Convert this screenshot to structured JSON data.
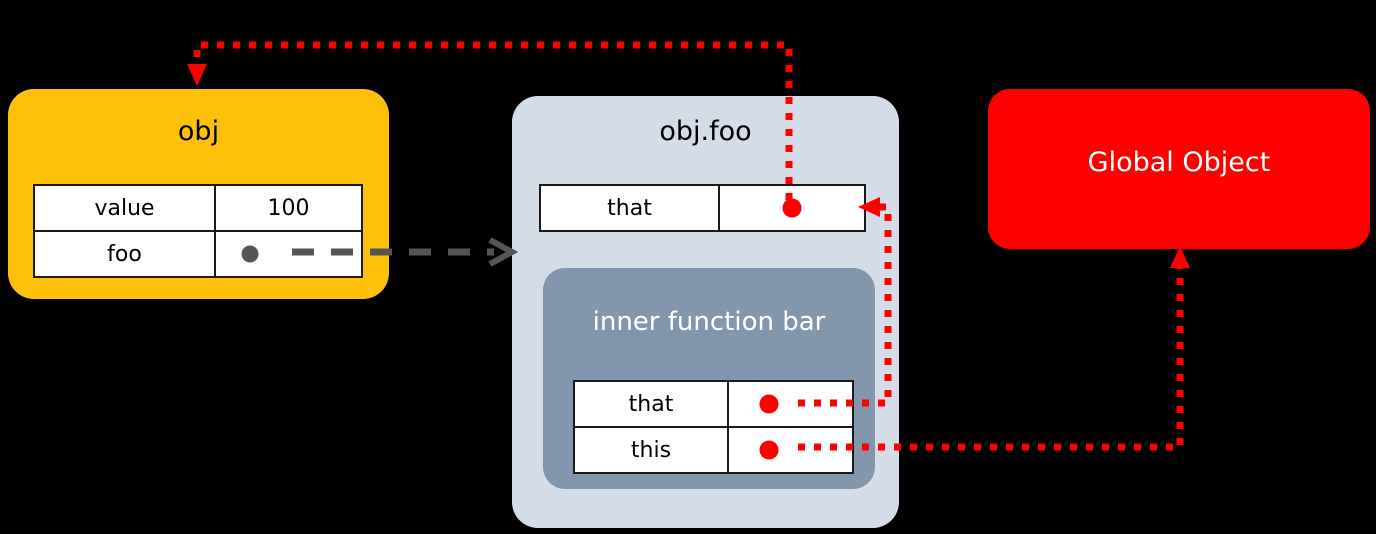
{
  "diagram": {
    "title": "JavaScript this binding diagram",
    "background": "#000000",
    "colors": {
      "obj_box": "#FFC107",
      "objfoo_box": "#D4DCE8",
      "inner_box": "#8296AE",
      "global_box": "#FF0000",
      "red_wire": "#FF0000",
      "gray_wire": "#555555",
      "cell_border": "#1a1a1a",
      "cell_bg": "#FFFFFF"
    }
  },
  "obj_box": {
    "title": "obj",
    "rows": [
      {
        "key": "value",
        "value": "100",
        "value_kind": "text"
      },
      {
        "key": "foo",
        "value": "",
        "value_kind": "gray-dot-reference"
      }
    ]
  },
  "objfoo_box": {
    "title": "obj.foo",
    "rows": [
      {
        "key": "that",
        "value": "",
        "value_kind": "red-dot-reference"
      }
    ]
  },
  "inner_box": {
    "title": "inner function bar",
    "rows": [
      {
        "key": "that",
        "value": "",
        "value_kind": "red-dot-reference"
      },
      {
        "key": "this",
        "value": "",
        "value_kind": "red-dot-reference"
      }
    ]
  },
  "global_box": {
    "title": "Global Object"
  },
  "connections": [
    {
      "name": "objfoo-that-to-obj",
      "from": "obj.foo that value",
      "to": "obj box",
      "style": "red-dotted",
      "arrowhead": "down"
    },
    {
      "name": "obj-foo-to-objfoo",
      "from": "obj foo value",
      "to": "obj.foo box",
      "style": "gray-dashed",
      "arrowhead": "right"
    },
    {
      "name": "inner-that-to-objfoo-that",
      "from": "inner function bar that value",
      "to": "obj.foo that row",
      "style": "red-dotted",
      "arrowhead": "left"
    },
    {
      "name": "inner-this-to-global",
      "from": "inner function bar this value",
      "to": "Global Object box",
      "style": "red-dotted",
      "arrowhead": "up"
    }
  ]
}
